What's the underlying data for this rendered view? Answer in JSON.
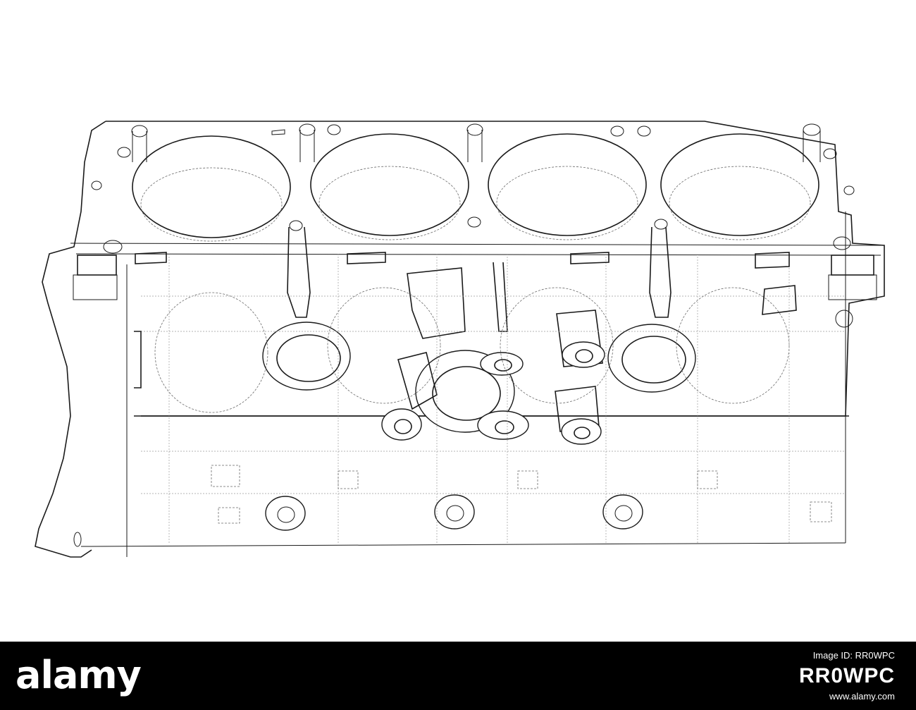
{
  "watermark": {
    "logo_text": "alamy",
    "image_id_label": "Image ID: RR0WPC",
    "image_id": "RR0WPC",
    "site_url": "www.alamy.com"
  },
  "colors": {
    "line": "#1a1a1a",
    "hidden_line": "#6a6a6a",
    "background": "#ffffff",
    "bar": "#000000"
  }
}
